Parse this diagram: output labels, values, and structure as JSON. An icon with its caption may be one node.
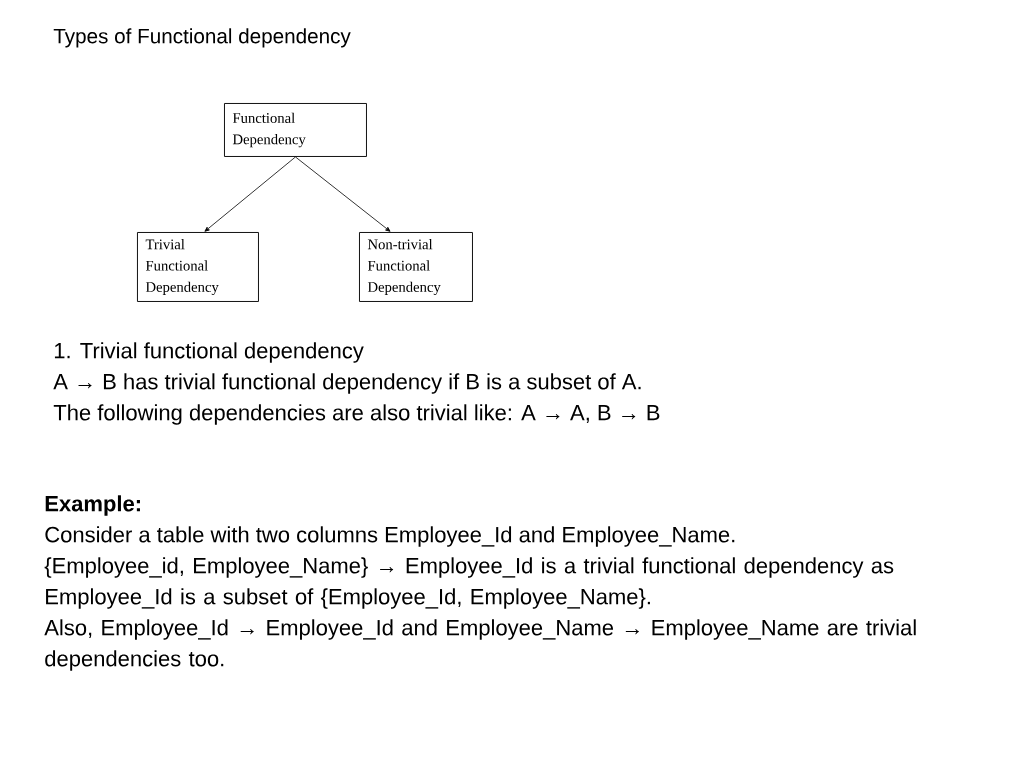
{
  "diagram": {
    "title": "Types of Functional dependency",
    "nodes": [
      {
        "text": [
          "Functional Dependency"
        ]
      },
      {
        "text": [
          "Trivial Functional Dependency"
        ]
      },
      {
        "text": [
          "Non-trivial Functional Dependency"
        ]
      }
    ],
    "edges": [
      {
        "from": 0,
        "to": 1,
        "arrow": "to"
      },
      {
        "from": 0,
        "to": 2,
        "arrow": "to"
      }
    ],
    "labels": [
      "1. Trivial functional dependency",
      "A → B has trivial functional dependency if B is a subset of A.",
      "The following dependencies are also trivial like: A → A, B → B",
      "Example:",
      "Consider a table with two columns Employee_Id and Employee_Name.",
      "{Employee_id, Employee_Name} → Employee_Id is a trivial functional dependency as Employee_Id is a subset of {Employee_Id, Employee_Name}.",
      "Also, Employee_Id → Employee_Id and Employee_Name → Employee_Name are trivial dependencies too."
    ]
  }
}
